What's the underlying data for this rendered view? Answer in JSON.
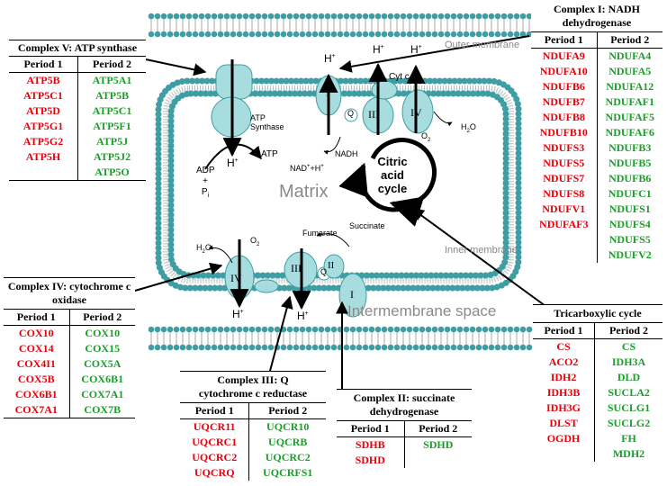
{
  "labels": {
    "outer_membrane": "Outer membrane",
    "inner_membrane": "Inner membrane",
    "matrix": "Matrix",
    "intermembrane_space": "Intermembrane space",
    "citric_cycle": "Citric acid cycle",
    "atp_synthase": "ATP Synthase",
    "cyt_c": "Cyt c",
    "nadh": "NADH",
    "nad": "NAD",
    "adp": "ADP",
    "plus": "+",
    "pi": "P",
    "atp": "ATP",
    "o2": "O",
    "h2o": "H",
    "fumarate": "Fumarate",
    "succinate": "Succinate",
    "h_plus": "H",
    "complex_I": "I",
    "complex_II": "II",
    "complex_III": "III",
    "complex_IV": "IV",
    "q": "Q"
  },
  "colors": {
    "period1": "#e8000b",
    "period2": "#1a9e2a",
    "membrane": "#a8dde0",
    "bead": "#3f9ea3"
  },
  "complex_I": {
    "title": "Complex I: NADH dehydrogenase",
    "col1": "Period 1",
    "col2": "Period 2",
    "period1": [
      "NDUFA9",
      "NDUFA10",
      "NDUFB6",
      "NDUFB7",
      "NDUFB8",
      "NDUFB10",
      "NDUFS3",
      "NDUFS5",
      "NDUFS7",
      "NDUFS8",
      "NDUFV1",
      "NDUFAF3"
    ],
    "period2": [
      "NDUFA4",
      "NDUFA5",
      "NDUFA12",
      "NDUFAF1",
      "NDUFAF5",
      "NDUFAF6",
      "NDUFB3",
      "NDUFB5",
      "NDUFB6",
      "NDUFC1",
      "NDUFS1",
      "NDUFS4",
      "NDUFS5",
      "NDUFV2"
    ]
  },
  "complex_V": {
    "title": "Complex V: ATP synthase",
    "col1": "Period 1",
    "col2": "Period 2",
    "period1": [
      "ATP5B",
      "ATP5C1",
      "ATP5D",
      "ATP5G1",
      "ATP5G2",
      "ATP5H"
    ],
    "period2": [
      "ATP5A1",
      "ATP5B",
      "ATP5C1",
      "ATP5F1",
      "ATP5J",
      "ATP5J2",
      "ATP5O"
    ]
  },
  "complex_IV": {
    "title": "Complex IV: cytochrome c oxidase",
    "col1": "Period 1",
    "col2": "Period 2",
    "period1": [
      "COX10",
      "COX14",
      "COX4I1",
      "COX5B",
      "COX6B1",
      "COX7A1"
    ],
    "period2": [
      "COX10",
      "COX15",
      "COX5A",
      "COX6B1",
      "COX7A1",
      "COX7B"
    ]
  },
  "complex_III": {
    "title": "Complex III: Q cytochrome c reductase",
    "col1": "Period 1",
    "col2": "Period 2",
    "period1": [
      "UQCR11",
      "UQCRC1",
      "UQCRC2",
      "UQCRQ"
    ],
    "period2": [
      "UQCR10",
      "UQCRB",
      "UQCRC2",
      "UQCRFS1"
    ]
  },
  "complex_II": {
    "title": "Complex II: succinate dehydrogenase",
    "col1": "Period 1",
    "col2": "Period 2",
    "period1": [
      "SDHB",
      "SDHD"
    ],
    "period2": [
      "SDHD"
    ]
  },
  "tca": {
    "title": "Tricarboxylic cycle",
    "col1": "Period 1",
    "col2": "Period 2",
    "period1": [
      "CS",
      "ACO2",
      "IDH2",
      "IDH3B",
      "IDH3G",
      "DLST",
      "OGDH"
    ],
    "period2": [
      "CS",
      "IDH3A",
      "DLD",
      "SUCLA2",
      "SUCLG1",
      "SUCLG2",
      "FH",
      "MDH2"
    ]
  }
}
